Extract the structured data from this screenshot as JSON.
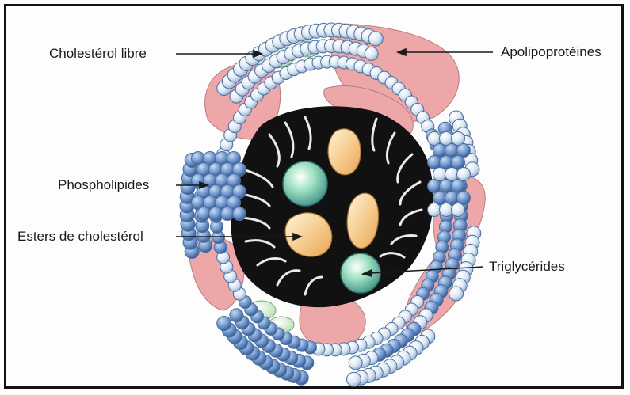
{
  "labels": {
    "cholesterol_libre": "Cholestérol libre",
    "apolipoproteines": "Apolipoprotéines",
    "phospholipides": "Phospholipides",
    "esters_cholesterol": "Esters de cholestérol",
    "triglycerides": "Triglycérides"
  },
  "colors": {
    "phospholipid_light": "#dce8f4",
    "phospholipid_blue": "#6f97cf",
    "apolipoprotein": "#eda7a8",
    "core": "#111111",
    "cholesterol_ester": "#f5c98a",
    "triglyceride": "#8fd3b4",
    "free_cholesterol": "#cfe9c9"
  }
}
